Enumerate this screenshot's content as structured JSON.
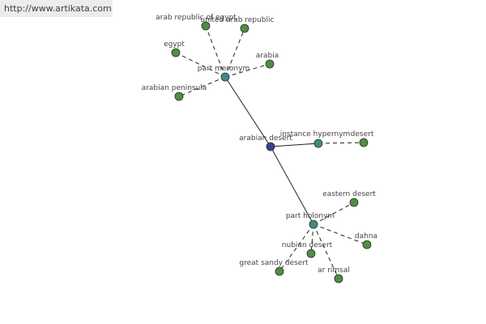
{
  "watermark": {
    "text": "http://www.artikata.com"
  },
  "graph": {
    "colors": {
      "center_node": "#3a3f93",
      "hub_node": "#3f8a86",
      "leaf_node": "#4f8f3f",
      "node_stroke": "#2b2b2b",
      "edge": "#222222",
      "label": "#444444"
    },
    "nodes": [
      {
        "id": "arabian-desert",
        "label": "arabian desert",
        "kind": "center"
      },
      {
        "id": "part-meronym",
        "label": "part meronym",
        "kind": "hub"
      },
      {
        "id": "instance-hypernym",
        "label": "instance hypernym",
        "kind": "hub"
      },
      {
        "id": "part-holonym",
        "label": "part holonym",
        "kind": "hub"
      },
      {
        "id": "arab-republic-of-egypt",
        "label": "arab republic of egypt",
        "kind": "leaf"
      },
      {
        "id": "united-arab-republic",
        "label": "united arab republic",
        "kind": "leaf"
      },
      {
        "id": "egypt",
        "label": "egypt",
        "kind": "leaf"
      },
      {
        "id": "arabia",
        "label": "arabia",
        "kind": "leaf"
      },
      {
        "id": "arabian-peninsula",
        "label": "arabian peninsula",
        "kind": "leaf"
      },
      {
        "id": "desert",
        "label": "desert",
        "kind": "leaf"
      },
      {
        "id": "eastern-desert",
        "label": "eastern desert",
        "kind": "leaf"
      },
      {
        "id": "dahna",
        "label": "dahna",
        "kind": "leaf"
      },
      {
        "id": "nubian-desert",
        "label": "nubian desert",
        "kind": "leaf"
      },
      {
        "id": "great-sandy-desert",
        "label": "great sandy desert",
        "kind": "leaf"
      },
      {
        "id": "ar-rimsal",
        "label": "ar rimsal",
        "kind": "leaf"
      }
    ],
    "edges": [
      {
        "from": "arabian-desert",
        "to": "part-meronym",
        "style": "solid"
      },
      {
        "from": "arabian-desert",
        "to": "instance-hypernym",
        "style": "solid"
      },
      {
        "from": "arabian-desert",
        "to": "part-holonym",
        "style": "solid"
      },
      {
        "from": "part-meronym",
        "to": "arab-republic-of-egypt",
        "style": "dashed"
      },
      {
        "from": "part-meronym",
        "to": "united-arab-republic",
        "style": "dashed"
      },
      {
        "from": "part-meronym",
        "to": "egypt",
        "style": "dashed"
      },
      {
        "from": "part-meronym",
        "to": "arabia",
        "style": "dashed"
      },
      {
        "from": "part-meronym",
        "to": "arabian-peninsula",
        "style": "dashed"
      },
      {
        "from": "instance-hypernym",
        "to": "desert",
        "style": "dashed"
      },
      {
        "from": "part-holonym",
        "to": "eastern-desert",
        "style": "dashed"
      },
      {
        "from": "part-holonym",
        "to": "dahna",
        "style": "dashed"
      },
      {
        "from": "part-holonym",
        "to": "nubian-desert",
        "style": "dashed"
      },
      {
        "from": "part-holonym",
        "to": "great-sandy-desert",
        "style": "dashed"
      },
      {
        "from": "part-holonym",
        "to": "ar-rimsal",
        "style": "dashed"
      }
    ]
  }
}
